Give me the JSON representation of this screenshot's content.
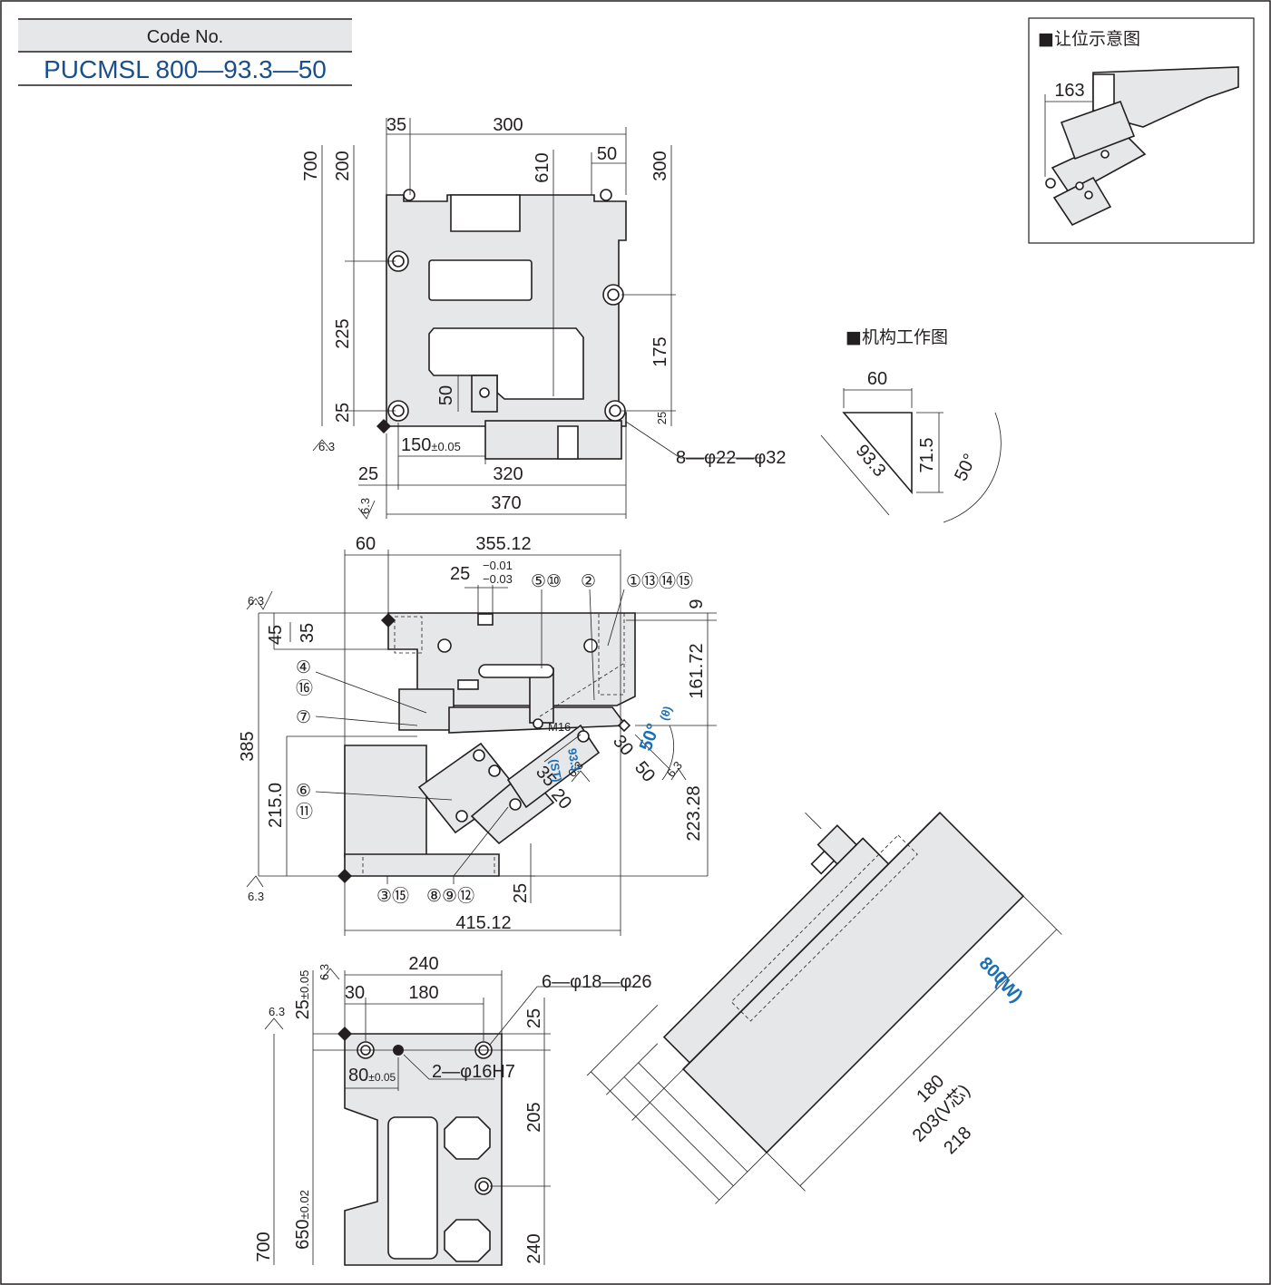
{
  "header": {
    "code_label": "Code No.",
    "code_value": "PUCMSL 800—93.3—50"
  },
  "insets": {
    "clearance_title": "■让位示意图",
    "clearance_dim": "163",
    "mechanism_title": "■机构工作图"
  },
  "mechanism": {
    "width": "60",
    "stroke": "93.3",
    "rise": "71.5",
    "angle": "50°"
  },
  "top_view": {
    "dims": [
      "35",
      "300",
      "50",
      "610",
      "700",
      "200",
      "225",
      "25",
      "300",
      "175",
      "25",
      "50",
      "25",
      "320",
      "370"
    ],
    "tol_value": "150",
    "tol_suffix": "±0.05",
    "holes": "8—φ22—φ32",
    "roughness": "6.3"
  },
  "side_view": {
    "dims": [
      "60",
      "355.12",
      "9",
      "161.72",
      "45",
      "35",
      "385",
      "215.0",
      "223.28",
      "25",
      "415.12",
      "30",
      "50",
      "35",
      "20"
    ],
    "fit": "25",
    "fit_upper": "−0.01",
    "fit_lower": "−0.03",
    "angle": "50°",
    "angle_sym": "(θ)",
    "stroke": "93.3",
    "stroke_sym": "(ST)",
    "thread": "M16",
    "roughness": "6.3",
    "callouts": [
      "⑤⑩",
      "②",
      "①⑬⑭⑮",
      "④",
      "⑯",
      "⑦",
      "⑥",
      "⑪",
      "③⑮",
      "⑧⑨⑫"
    ]
  },
  "bottom_view": {
    "dims": [
      "240",
      "30",
      "180",
      "25",
      "205",
      "240",
      "700"
    ],
    "tol1_value": "25",
    "tol1_suffix": "±0.05",
    "tol2_value": "80",
    "tol2_suffix": "±0.05",
    "tol3_value": "650",
    "tol3_suffix": "±0.02",
    "holes": "6—φ18—φ26",
    "pins": "2—φ16H7",
    "roughness": "6.3"
  },
  "iso_view": {
    "width": "800",
    "width_sym": "(W)",
    "d1": "180",
    "d2": "203(V芯)",
    "d3": "218"
  },
  "chart_data": {
    "type": "table",
    "title": "",
    "code": "PUCMSL 800—93.3—50",
    "parameters": {
      "W": 800,
      "ST": 93.3,
      "theta_deg": 50,
      "V": 203
    },
    "mechanism": {
      "travel": 60,
      "stroke": 93.3,
      "rise": 71.5,
      "angle_deg": 50
    }
  }
}
